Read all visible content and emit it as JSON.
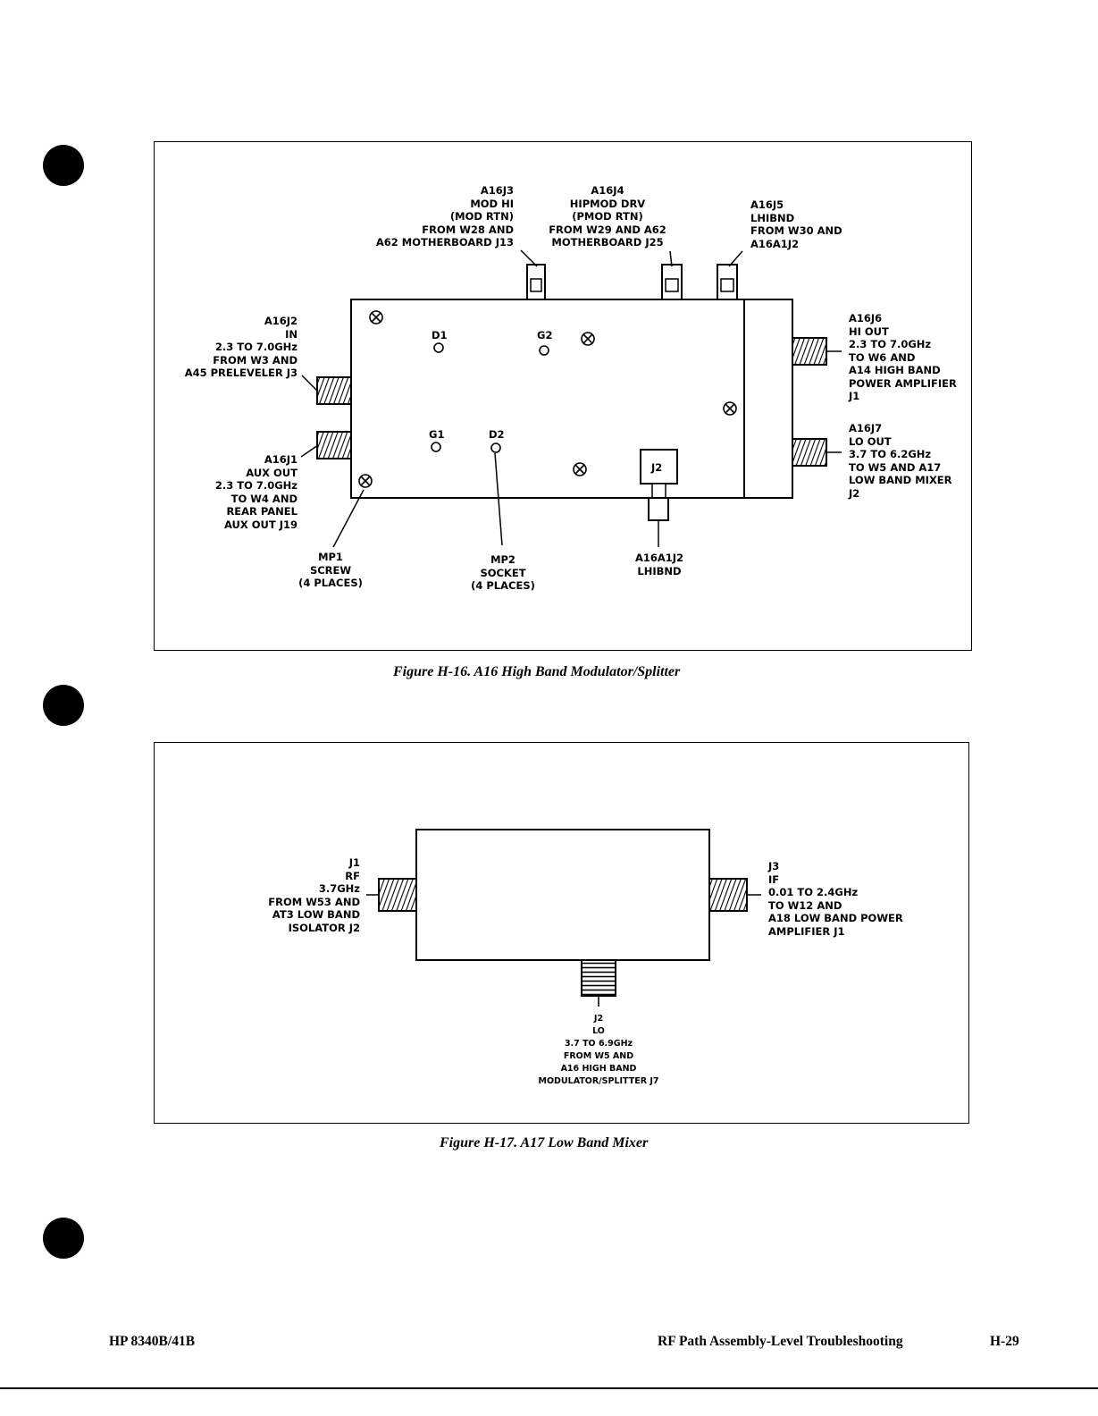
{
  "figure16": {
    "caption": "Figure H-16. A16 High Band Modulator/Splitter",
    "labels": {
      "j3": "A16J3\nMOD HI\n(MOD RTN)\nFROM W28 AND\nA62 MOTHERBOARD J13",
      "j4": "A16J4\nHIPMOD DRV\n(PMOD RTN)\nFROM W29 AND A62\nMOTHERBOARD J25",
      "j5": "A16J5\nLHIBND\nFROM W30 AND\nA16A1J2",
      "j2": "A16J2\nIN\n2.3 TO 7.0GHz\nFROM W3 AND\nA45 PRELEVELER J3",
      "j1": "A16J1\nAUX OUT\n2.3 TO 7.0GHz\nTO W4 AND\nREAR PANEL\nAUX OUT J19",
      "j6": "A16J6\nHI OUT\n2.3 TO 7.0GHz\nTO W6 AND\nA14 HIGH BAND\nPOWER AMPLIFIER\nJ1",
      "j7": "A16J7\nLO OUT\n3.7 TO 6.2GHz\nTO W5 AND A17\nLOW BAND MIXER\nJ2",
      "mp1": "MP1\nSCREW\n(4 PLACES)",
      "mp2": "MP2\nSOCKET\n(4 PLACES)",
      "a16a1j2": "A16A1J2\nLHIBND",
      "d1": "D1",
      "g2": "G2",
      "g1": "G1",
      "d2": "D2",
      "inner_j2": "J2"
    }
  },
  "figure17": {
    "caption": "Figure H-17. A17 Low Band Mixer",
    "labels": {
      "j1": "J1\nRF\n3.7GHz\nFROM W53 AND\nAT3 LOW BAND\nISOLATOR J2",
      "j3": "J3\nIF\n0.01 TO 2.4GHz\nTO W12 AND\nA18 LOW BAND POWER\nAMPLIFIER J1",
      "j2": "J2\nLO\n3.7 TO 6.9GHz\nFROM W5 AND\nA16 HIGH BAND\nMODULATOR/SPLITTER J7"
    }
  },
  "footer": {
    "model": "HP 8340B/41B",
    "section": "RF Path Assembly-Level Troubleshooting",
    "page": "H-29"
  }
}
